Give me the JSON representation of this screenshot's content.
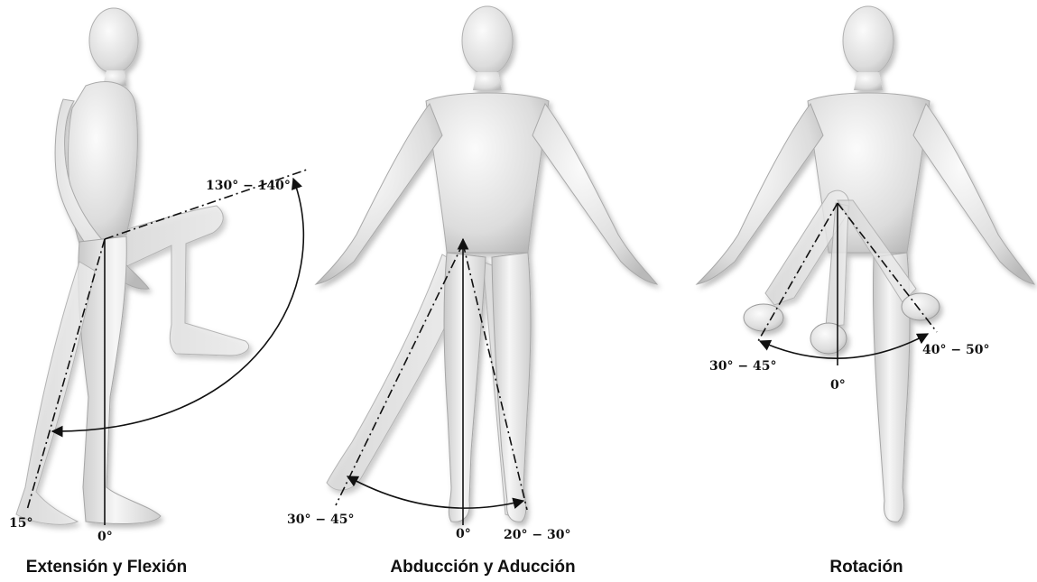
{
  "panels": [
    {
      "caption": "Extensión y Flexión",
      "labels": {
        "zero": "0°",
        "extension": "15°",
        "flexion": "130° − 140°"
      }
    },
    {
      "caption": "Abducción y Aducción",
      "labels": {
        "zero": "0°",
        "abduction": "30° − 45°",
        "adduction": "20° − 30°"
      }
    },
    {
      "caption": "Rotación",
      "labels": {
        "zero": "0°",
        "left": "30° − 45°",
        "right": "40° − 50°"
      }
    }
  ],
  "colors": {
    "body": "#d9d9d9",
    "outline": "#9a9a9a",
    "line": "#111111",
    "text": "#111111"
  }
}
